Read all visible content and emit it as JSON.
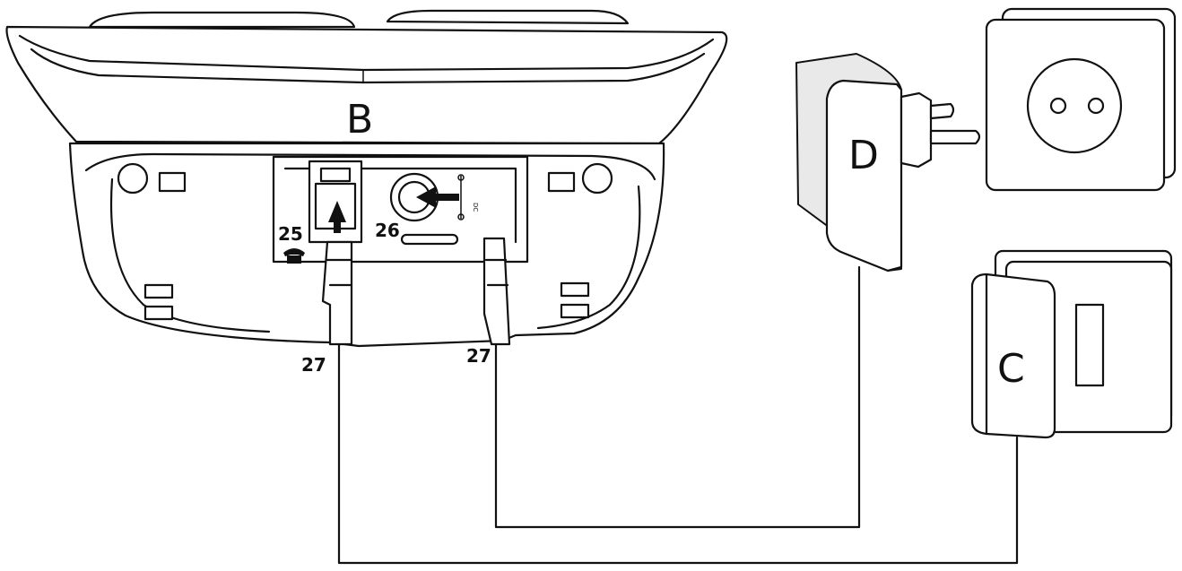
{
  "labels": {
    "base": "B",
    "power_adapter": "D",
    "phone_socket": "C",
    "phone_jack": "25",
    "dc_jack": "26",
    "cable_guide_left": "27",
    "cable_guide_right": "27",
    "dc_marking": "DC"
  },
  "icons": {
    "phone_jack_symbol": "telephone-icon",
    "wall_outlet": "power-outlet-icon"
  },
  "colors": {
    "line": "#111111",
    "background": "#ffffff"
  }
}
